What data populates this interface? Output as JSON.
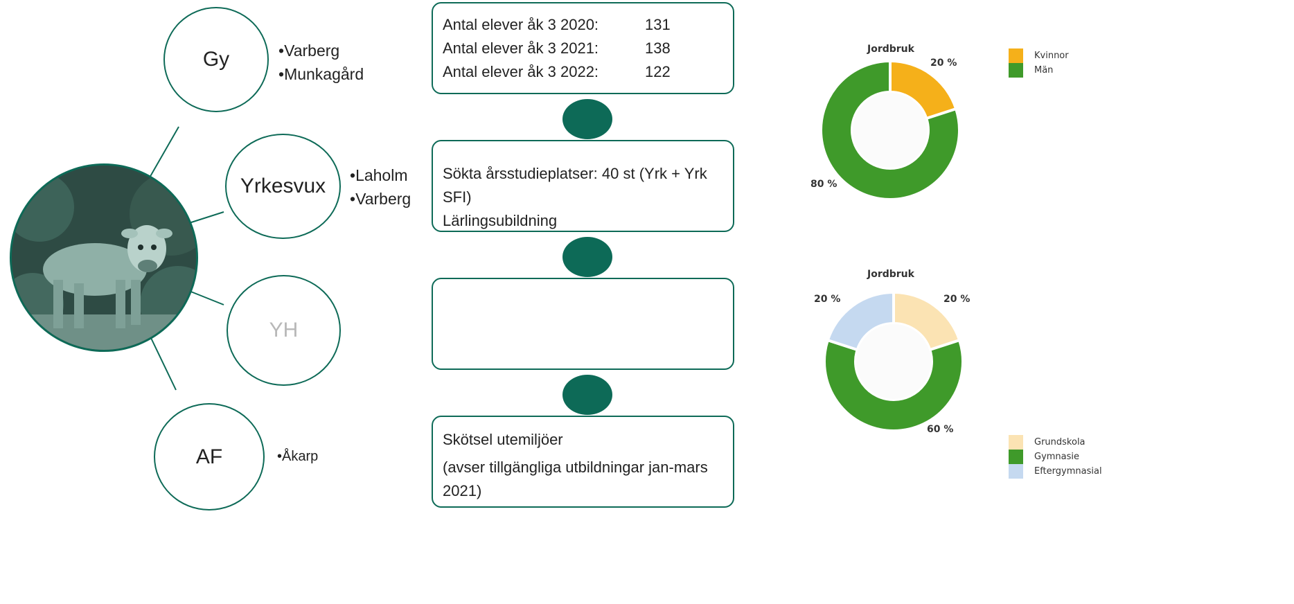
{
  "circles": [
    {
      "label": "Gy",
      "bullets": [
        "Varberg",
        "Munkagård"
      ]
    },
    {
      "label": "Yrkesvux",
      "bullets": [
        "Laholm",
        "Varberg"
      ]
    },
    {
      "label": "YH",
      "bullets": []
    },
    {
      "label": "AF",
      "bullets": [
        "Åkarp"
      ]
    }
  ],
  "boxes": {
    "students": [
      {
        "label": "Antal elever åk 3 2020:",
        "value": "131"
      },
      {
        "label": "Antal elever åk 3 2021:",
        "value": "138"
      },
      {
        "label": "Antal elever åk 3 2022:",
        "value": "122"
      }
    ],
    "yrkesvux": [
      "Sökta årsstudieplatser: 40 st (Yrk + Yrk SFI)",
      "Lärlingsubildning"
    ],
    "yh": "",
    "af": [
      "Skötsel utemiljöer",
      "(avser tillgängliga utbildningar jan-mars 2021)"
    ]
  },
  "colors": {
    "accent": "#0d6a57",
    "kvinnor": "#f5b01a",
    "man": "#3f9a2a",
    "grundskola": "#fbe3b3",
    "gymnasie": "#3f9a2a",
    "eftergymnasial": "#c5d9f0"
  },
  "chart_data": [
    {
      "type": "pie",
      "title": "Jordbruk",
      "categories": [
        "Kvinnor",
        "Män"
      ],
      "values": [
        20,
        80
      ],
      "labels": [
        "20 %",
        "80 %"
      ],
      "legend": "top-right"
    },
    {
      "type": "pie",
      "title": "Jordbruk",
      "categories": [
        "Grundskola",
        "Gymnasie",
        "Eftergymnasial"
      ],
      "values": [
        20,
        60,
        20
      ],
      "labels": [
        "20 %",
        "60 %",
        "20 %"
      ],
      "legend": "bottom-right"
    }
  ]
}
